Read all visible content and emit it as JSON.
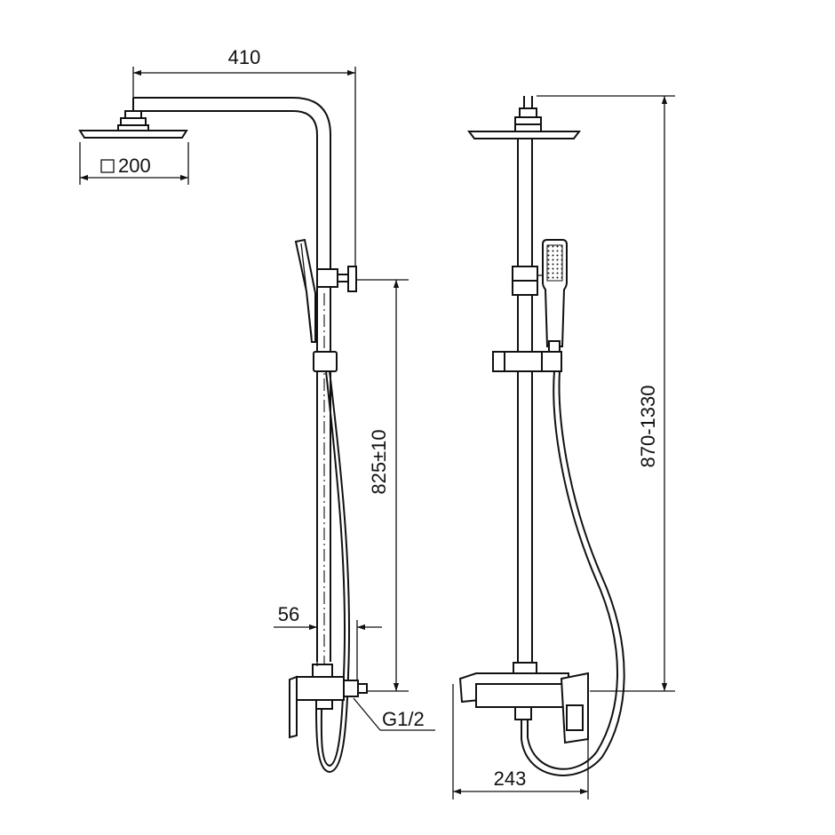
{
  "dimensions": {
    "arm_reach": "410",
    "head_size": "200",
    "bar_height": "825±10",
    "wall_offset": "56",
    "connection": "G1/2",
    "total_height": "870-1330",
    "mixer_width": "243"
  }
}
